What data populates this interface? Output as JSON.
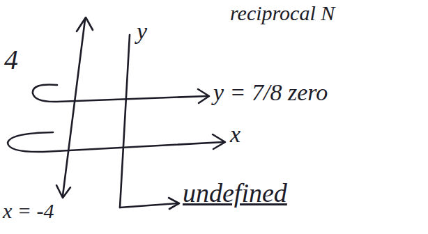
{
  "diagram": {
    "labels": [
      "4",
      "y",
      "reciprocal N",
      "y = 7/8 zero",
      "x",
      "x = -4",
      "undefined"
    ]
  }
}
